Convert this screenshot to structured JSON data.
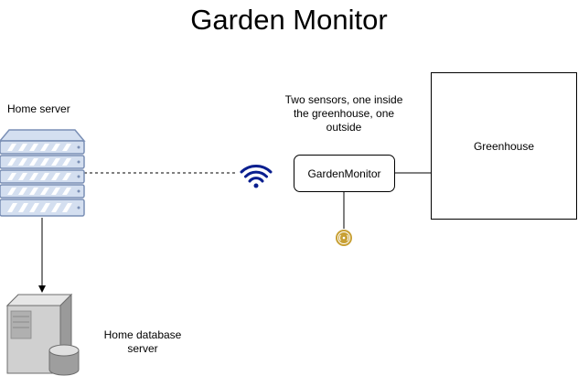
{
  "title": "Garden Monitor",
  "nodes": {
    "home_server": "Home server",
    "garden_monitor": "GardenMonitor",
    "greenhouse": "Greenhouse",
    "database_server_line1": "Home database",
    "database_server_line2": "server"
  },
  "annotation": {
    "line1": "Two sensors, one inside",
    "line2": "the greenhouse, one",
    "line3": "outside"
  },
  "icons": {
    "server": "server-rack-icon",
    "database": "database-server-icon",
    "wifi": "wifi-icon",
    "sensor": "sensor-icon"
  },
  "colors": {
    "server_fill": "#d4dff0",
    "server_stroke": "#7a8fb5",
    "wifi": "#0a1f8f",
    "sensor": "#c8a034",
    "line": "#000000"
  }
}
